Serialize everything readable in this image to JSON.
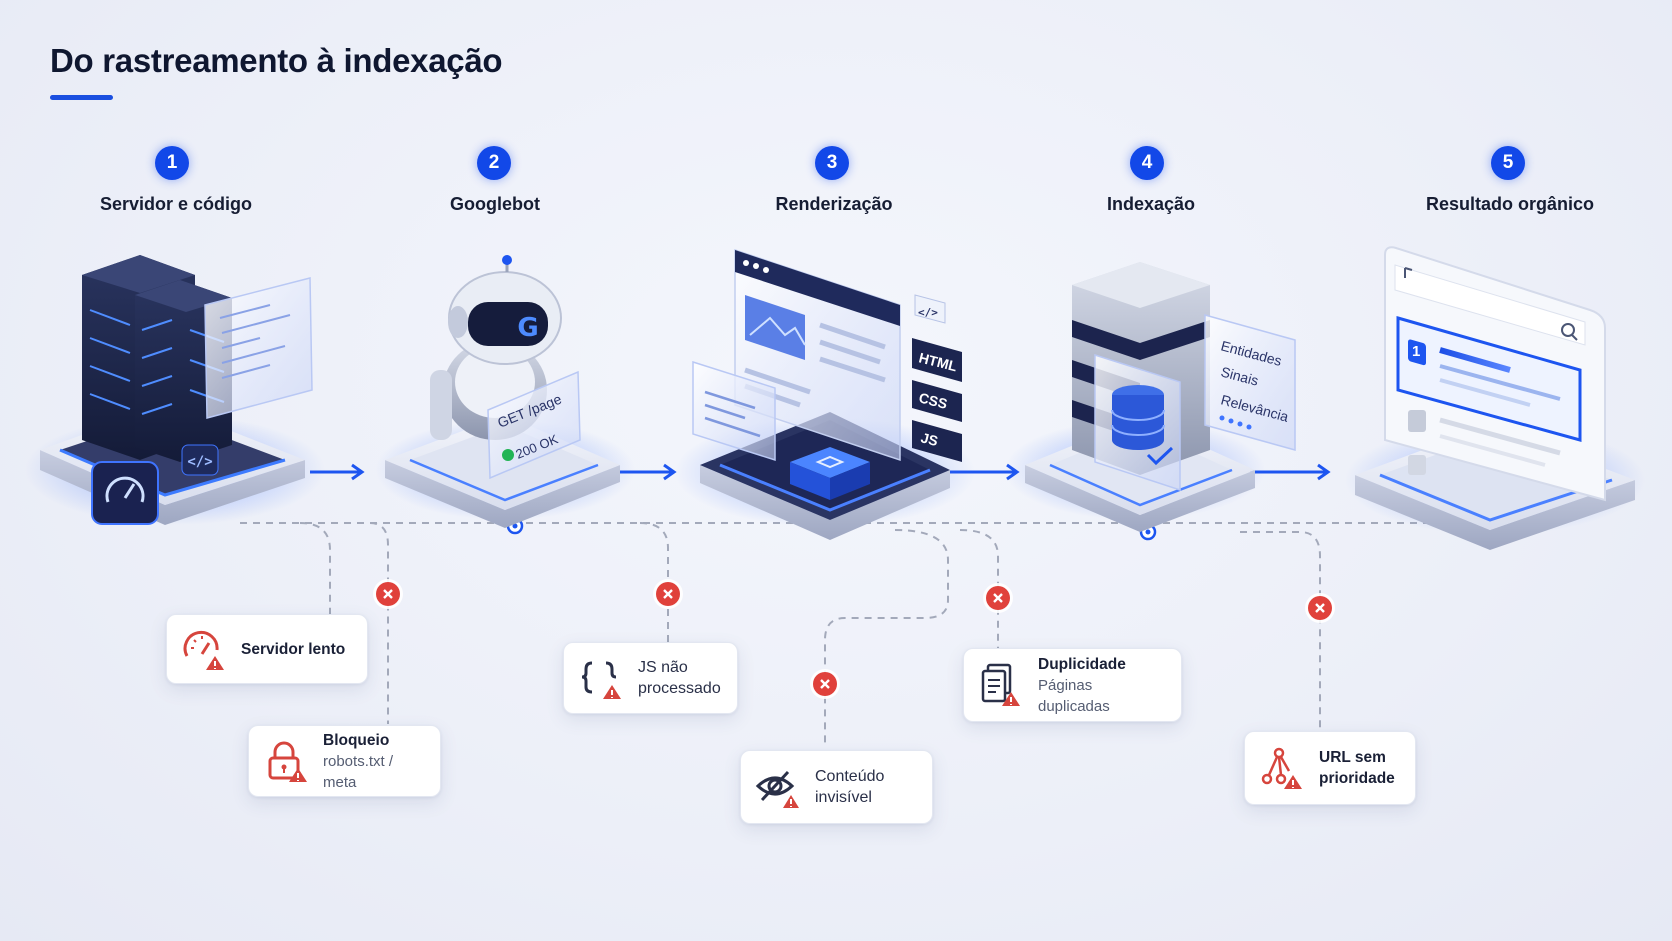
{
  "title": "Do rastreamento à indexação",
  "steps": [
    {
      "number": "1",
      "label": "Servidor e código"
    },
    {
      "number": "2",
      "label": "Googlebot"
    },
    {
      "number": "3",
      "label": "Renderização"
    },
    {
      "number": "4",
      "label": "Indexação"
    },
    {
      "number": "5",
      "label": "Resultado orgânico"
    }
  ],
  "illustrations": {
    "googlebot_request": "GET /page",
    "googlebot_status": "200 OK",
    "render_tags": [
      "HTML",
      "CSS",
      "JS"
    ],
    "index_panel": [
      "Entidades",
      "Sinais",
      "Relevância"
    ],
    "result_rank": "1"
  },
  "issues": {
    "servidor_lento": {
      "title": "Servidor lento"
    },
    "bloqueio": {
      "title": "Bloqueio",
      "subtitle": "robots.txt / meta"
    },
    "js": {
      "line1": "JS não",
      "line2": "processado"
    },
    "conteudo": {
      "line1": "Conteúdo",
      "line2": "invisível"
    },
    "duplicidade": {
      "title": "Duplicidade",
      "subtitle": "Páginas duplicadas"
    },
    "url": {
      "line1": "URL sem",
      "line2": "prioridade"
    }
  },
  "colors": {
    "accent": "#1248e8",
    "danger": "#e0413b",
    "dark_block": "#1b2447"
  }
}
